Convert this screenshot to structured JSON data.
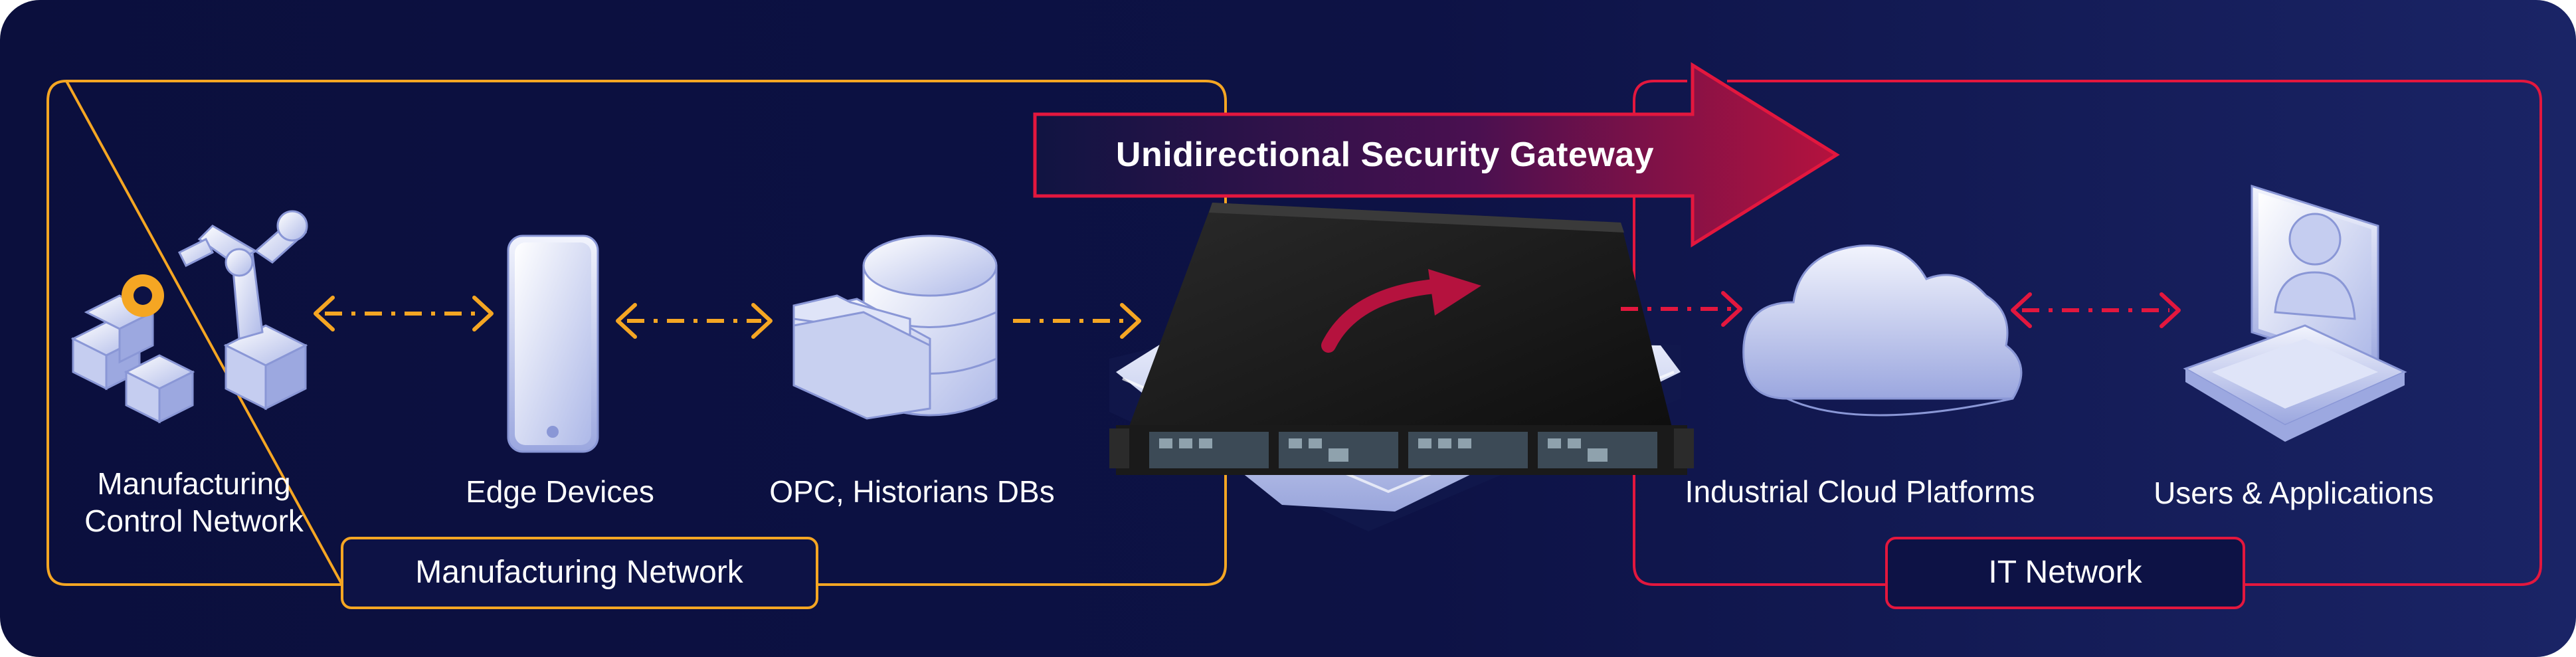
{
  "gateway": {
    "title": "Unidirectional Security Gateway",
    "arrow_color": "#b5123e"
  },
  "zones": {
    "manufacturing": {
      "label": "Manufacturing Network",
      "color": "#f5a623"
    },
    "it": {
      "label": "IT Network",
      "color": "#e3173e"
    }
  },
  "nodes": [
    {
      "id": "manufacturing-control-network",
      "label_line1": "Manufacturing",
      "label_line2": "Control Network",
      "icon": "robot-arm-icon"
    },
    {
      "id": "edge-devices",
      "label_line1": "Edge Devices",
      "icon": "mobile-device-icon"
    },
    {
      "id": "opc-historians",
      "label_line1": "OPC, Historians DBs",
      "icon": "database-folder-icon"
    },
    {
      "id": "industrial-cloud",
      "label_line1": "Industrial Cloud Platforms",
      "icon": "cloud-icon"
    },
    {
      "id": "users-applications",
      "label_line1": "Users & Applications",
      "icon": "laptop-user-icon"
    }
  ],
  "flows": [
    {
      "from": "manufacturing-control-network",
      "to": "edge-devices",
      "direction": "bidirectional",
      "color": "#f5a623"
    },
    {
      "from": "edge-devices",
      "to": "opc-historians",
      "direction": "bidirectional",
      "color": "#f5a623"
    },
    {
      "from": "opc-historians",
      "to": "gateway",
      "direction": "one-way",
      "color": "#f5a623"
    },
    {
      "from": "gateway",
      "to": "industrial-cloud",
      "direction": "one-way",
      "color": "#e3173e"
    },
    {
      "from": "industrial-cloud",
      "to": "users-applications",
      "direction": "bidirectional",
      "color": "#e3173e"
    }
  ],
  "colors": {
    "background": "#0c1040",
    "icon_light": "#e6ebfb",
    "icon_mid": "#b7c1ec",
    "icon_dark": "#8a97d6"
  }
}
